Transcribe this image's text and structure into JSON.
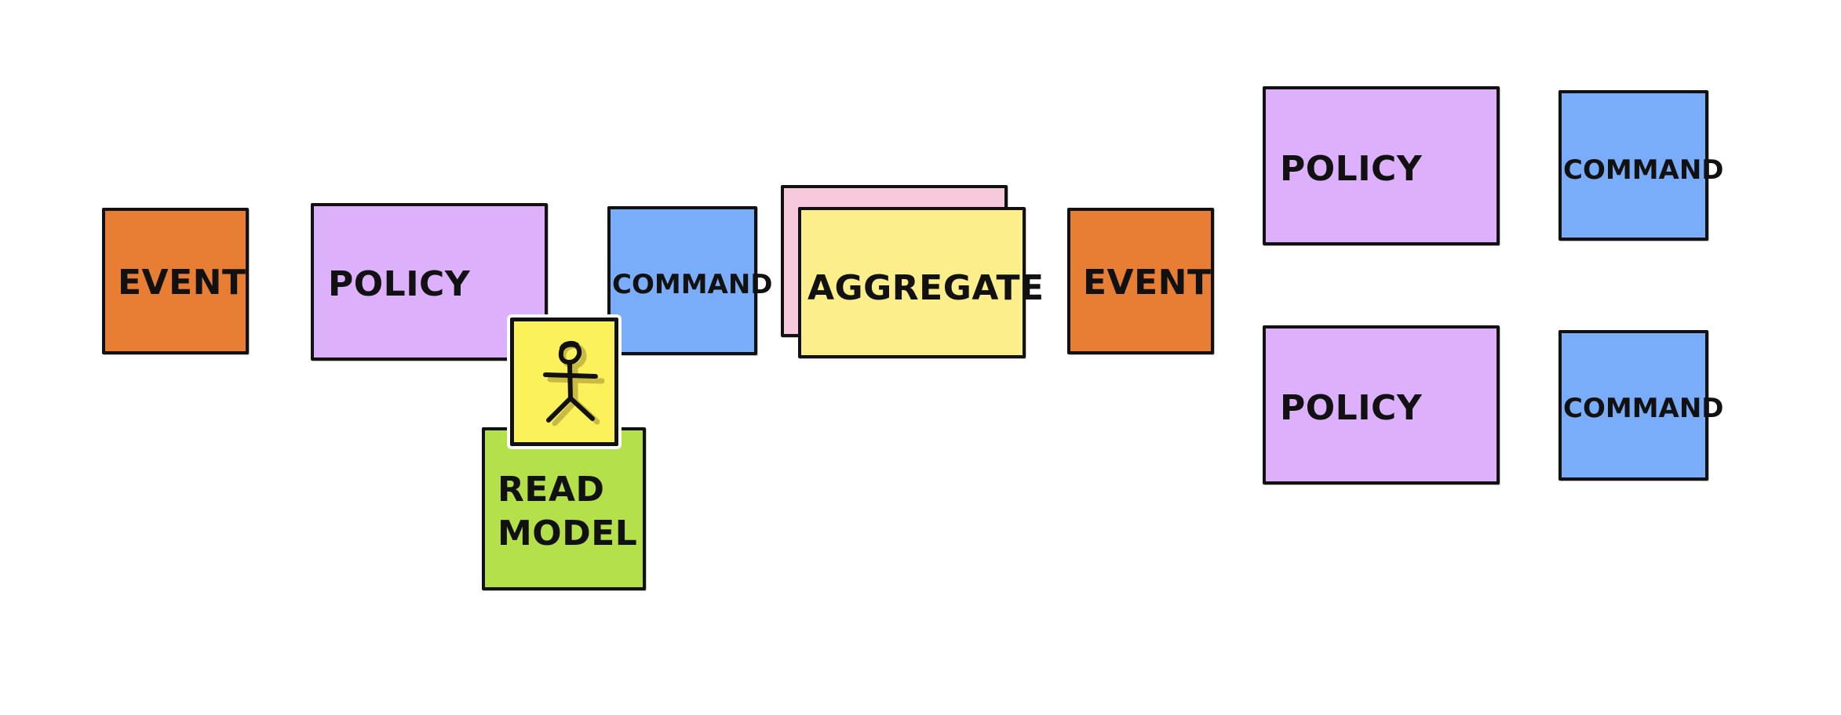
{
  "notes": {
    "event_1": {
      "label": "EVENT"
    },
    "policy_1": {
      "label": "POLICY"
    },
    "command_1": {
      "label": "COMMAND"
    },
    "aggregate": {
      "label": "AGGREGATE"
    },
    "event_2": {
      "label": "EVENT"
    },
    "policy_2": {
      "label": "POLICY"
    },
    "command_2": {
      "label": "COMMAND"
    },
    "policy_3": {
      "label": "POLICY"
    },
    "command_3": {
      "label": "COMMAND"
    },
    "read_model": {
      "line1": "READ",
      "line2": "MODEL"
    }
  },
  "actor": {
    "icon": "stick-figure-icon"
  },
  "colors": {
    "event": "#e77e34",
    "policy": "#dcb0fa",
    "command": "#7aadf9",
    "aggregate": "#fbee8b",
    "aggregate_back": "#f6c9dd",
    "read_model": "#b4e14a",
    "actor": "#fbf15a",
    "outline": "#111111"
  }
}
